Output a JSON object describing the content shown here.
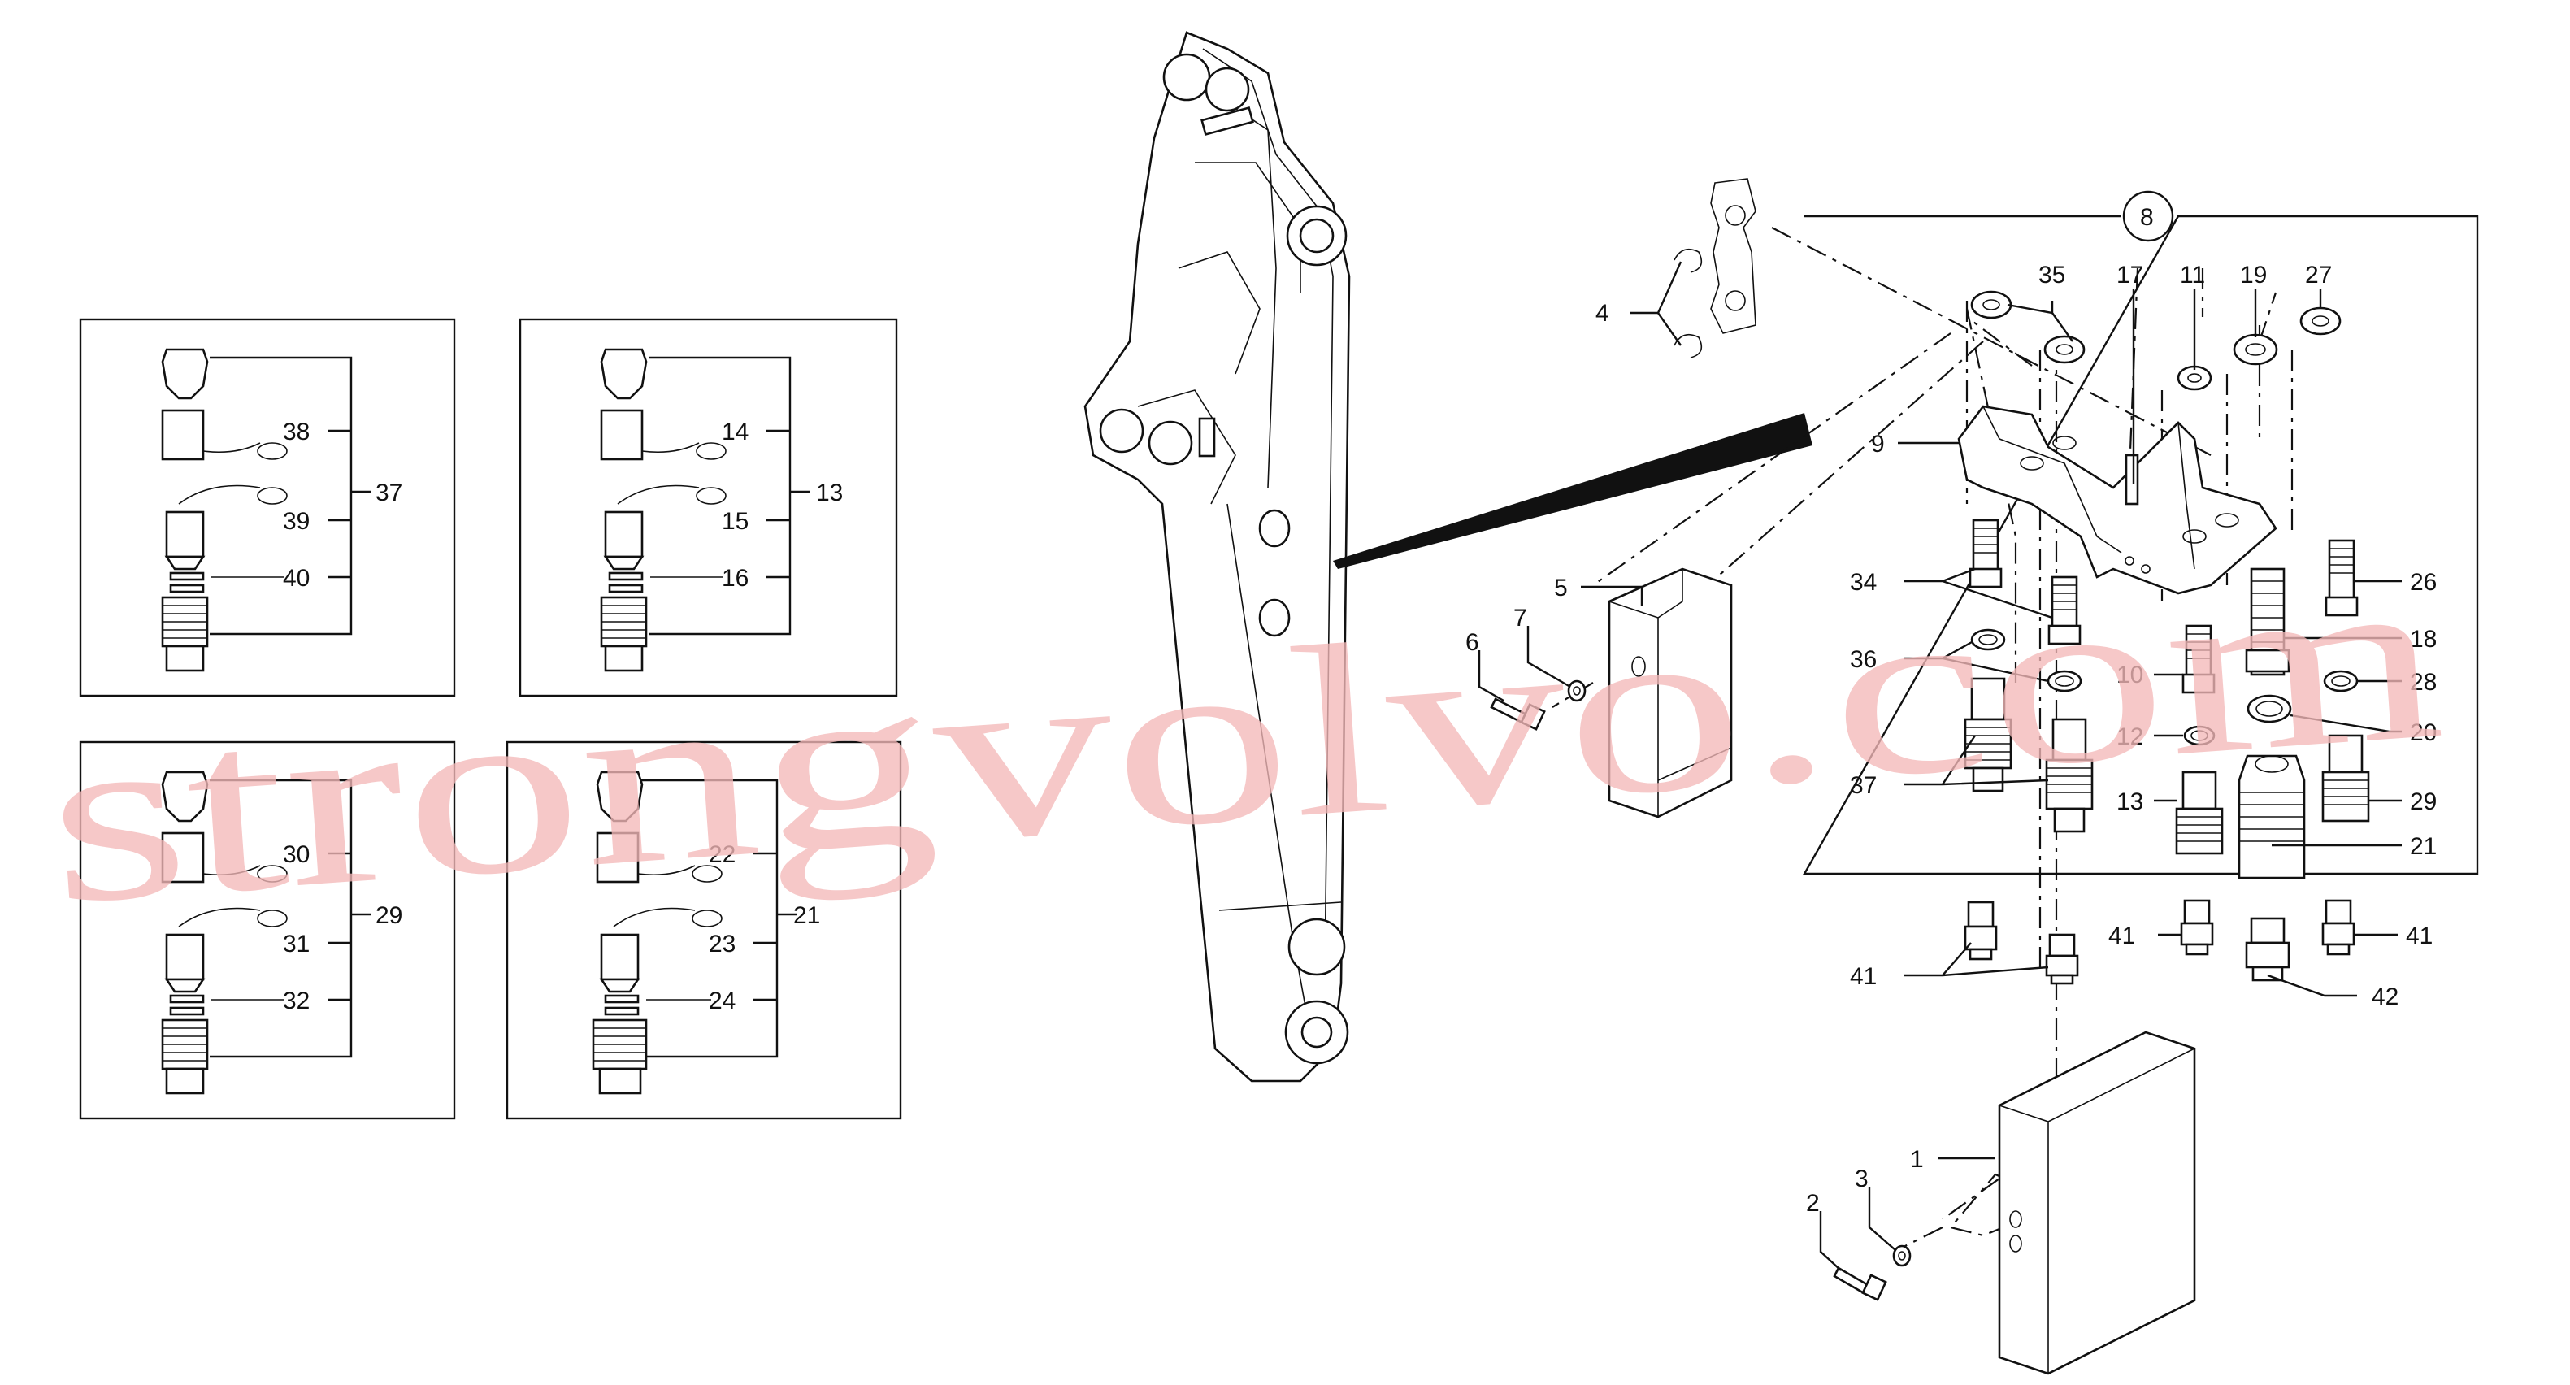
{
  "watermark": "strongvolvo.com",
  "callouts": {
    "c1": "1",
    "c2": "2",
    "c3": "3",
    "c4": "4",
    "c5": "5",
    "c6": "6",
    "c7": "7",
    "c8": "8",
    "c9": "9",
    "c10": "10",
    "c11": "11",
    "c12": "12",
    "c13": "13",
    "c17": "17",
    "c18": "18",
    "c19": "19",
    "c20": "20",
    "c21": "21",
    "c26": "26",
    "c27": "27",
    "c28": "28",
    "c29": "29",
    "c34": "34",
    "c35": "35",
    "c36": "36",
    "c37": "37",
    "c41a": "41",
    "c41b": "41",
    "c41c": "41",
    "c42": "42"
  },
  "kits": [
    {
      "id": "37",
      "labels": [
        "38",
        "39",
        "40"
      ]
    },
    {
      "id": "13",
      "labels": [
        "14",
        "15",
        "16"
      ]
    },
    {
      "id": "29",
      "labels": [
        "30",
        "31",
        "32"
      ]
    },
    {
      "id": "21",
      "labels": [
        "22",
        "23",
        "24"
      ]
    }
  ]
}
